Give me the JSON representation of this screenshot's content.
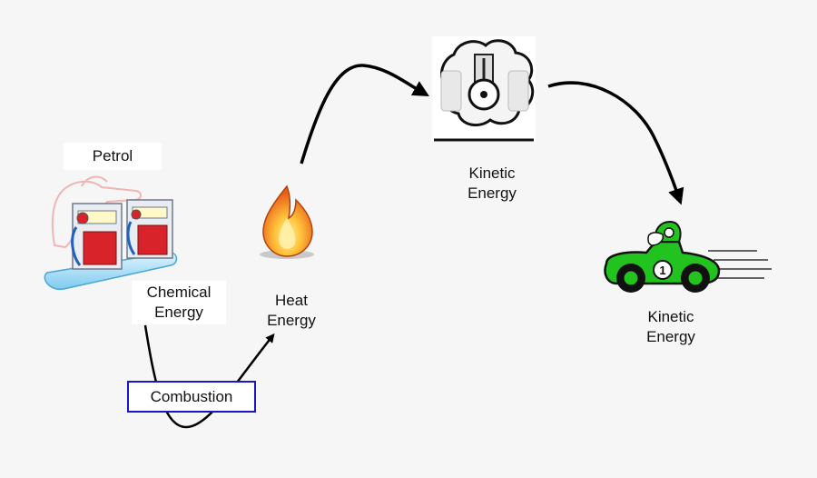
{
  "labels": {
    "petrol": "Petrol",
    "chemical_line1": "Chemical",
    "chemical_line2": "Energy",
    "heat_line1": "Heat",
    "heat_line2": "Energy",
    "kinetic1_line1": "Kinetic",
    "kinetic1_line2": "Energy",
    "kinetic2_line1": "Kinetic",
    "kinetic2_line2": "Energy",
    "combustion": "Combustion",
    "car_number": "1"
  },
  "icons": {
    "petrol_pump": "petrol-pump-icon",
    "flame": "flame-icon",
    "engine": "engine-piston-icon",
    "race_car": "race-car-icon"
  },
  "colors": {
    "background": "#f6f6f6",
    "arrow": "#000000",
    "combustion_border": "#1a16c7",
    "car_green": "#22c21f",
    "pump_red": "#d9232b",
    "flame_orange": "#f28a1c"
  }
}
